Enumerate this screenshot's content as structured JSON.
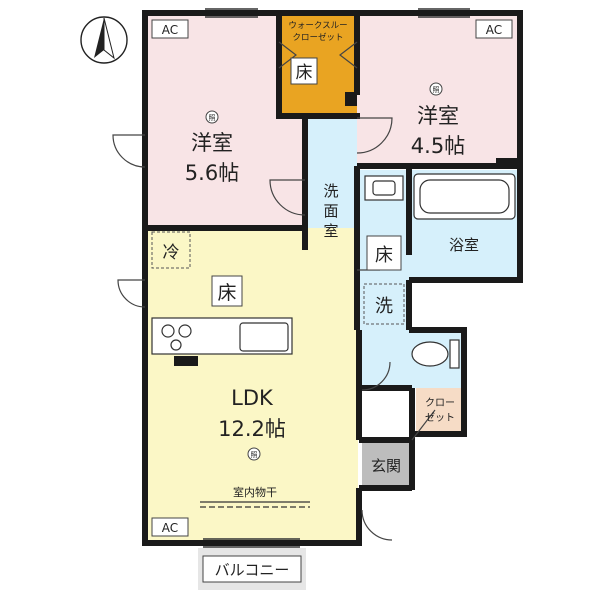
{
  "rooms": {
    "western_a": {
      "name": "洋室",
      "size": "5.6帖"
    },
    "western_b": {
      "name": "洋室",
      "size": "4.5帖"
    },
    "walk_through_closet": {
      "line1": "ウォークスルー",
      "line2": "クローゼット"
    },
    "washroom": {
      "chars": [
        "洗",
        "面",
        "室"
      ]
    },
    "bathroom": "浴室",
    "ldk": {
      "name": "LDK",
      "size": "12.2帖"
    },
    "closet": {
      "line1": "クロー",
      "line2": "ゼット"
    },
    "entrance": "玄関",
    "balcony": "バルコニー"
  },
  "marks": {
    "ac": "AC",
    "floor_heating": "床",
    "lighting": "照",
    "fridge": "冷",
    "washer": "洗"
  },
  "labels": {
    "indoor_drying": "室内物干"
  },
  "colors": {
    "western_room": "#f8e4e6",
    "closet": "#e9a422",
    "wet_area": "#d6f0fb",
    "ldk": "#fbf7c6",
    "closet_small": "#f6dcc6",
    "entrance": "#bdbdbd",
    "balcony": "#e6e6e6"
  }
}
